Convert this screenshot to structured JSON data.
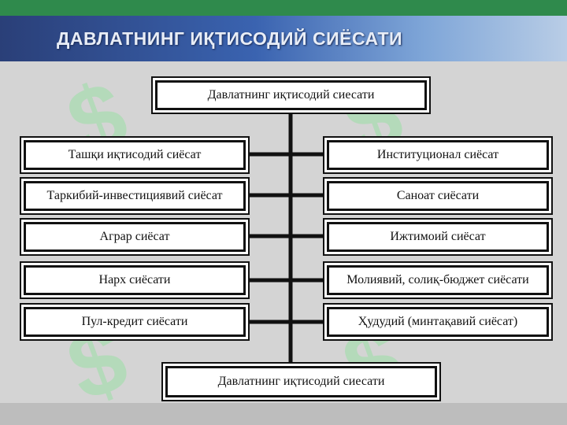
{
  "header": {
    "title": "ДАВЛАТНИНГ ИҚТИСОДИЙ СИЁСАТИ"
  },
  "diagram": {
    "top": "Давлатнинг иқтисодий сиесати",
    "bottom": "Давлатнинг иқтисодий сиесати",
    "left": [
      "Ташқи иқтисодий сиёсат",
      "Таркибий-инвестициявий сиёсат",
      "Аграр сиёсат",
      "Нарх сиёсати",
      "Пул-кредит сиёсати"
    ],
    "right": [
      "Институционал сиёсат",
      "Саноат сиёсати",
      "Ижтимоий сиёсат",
      "Молиявий, солиқ-бюджет сиёсати",
      "Ҳудудий (минтақавий сиёсат)"
    ]
  },
  "colors": {
    "header_strip": "#2f8a4c",
    "header_gradient_start": "#2a3f78",
    "background": "#d4d4d4",
    "box_border": "#111111",
    "watermark": "#a9dcb0"
  }
}
